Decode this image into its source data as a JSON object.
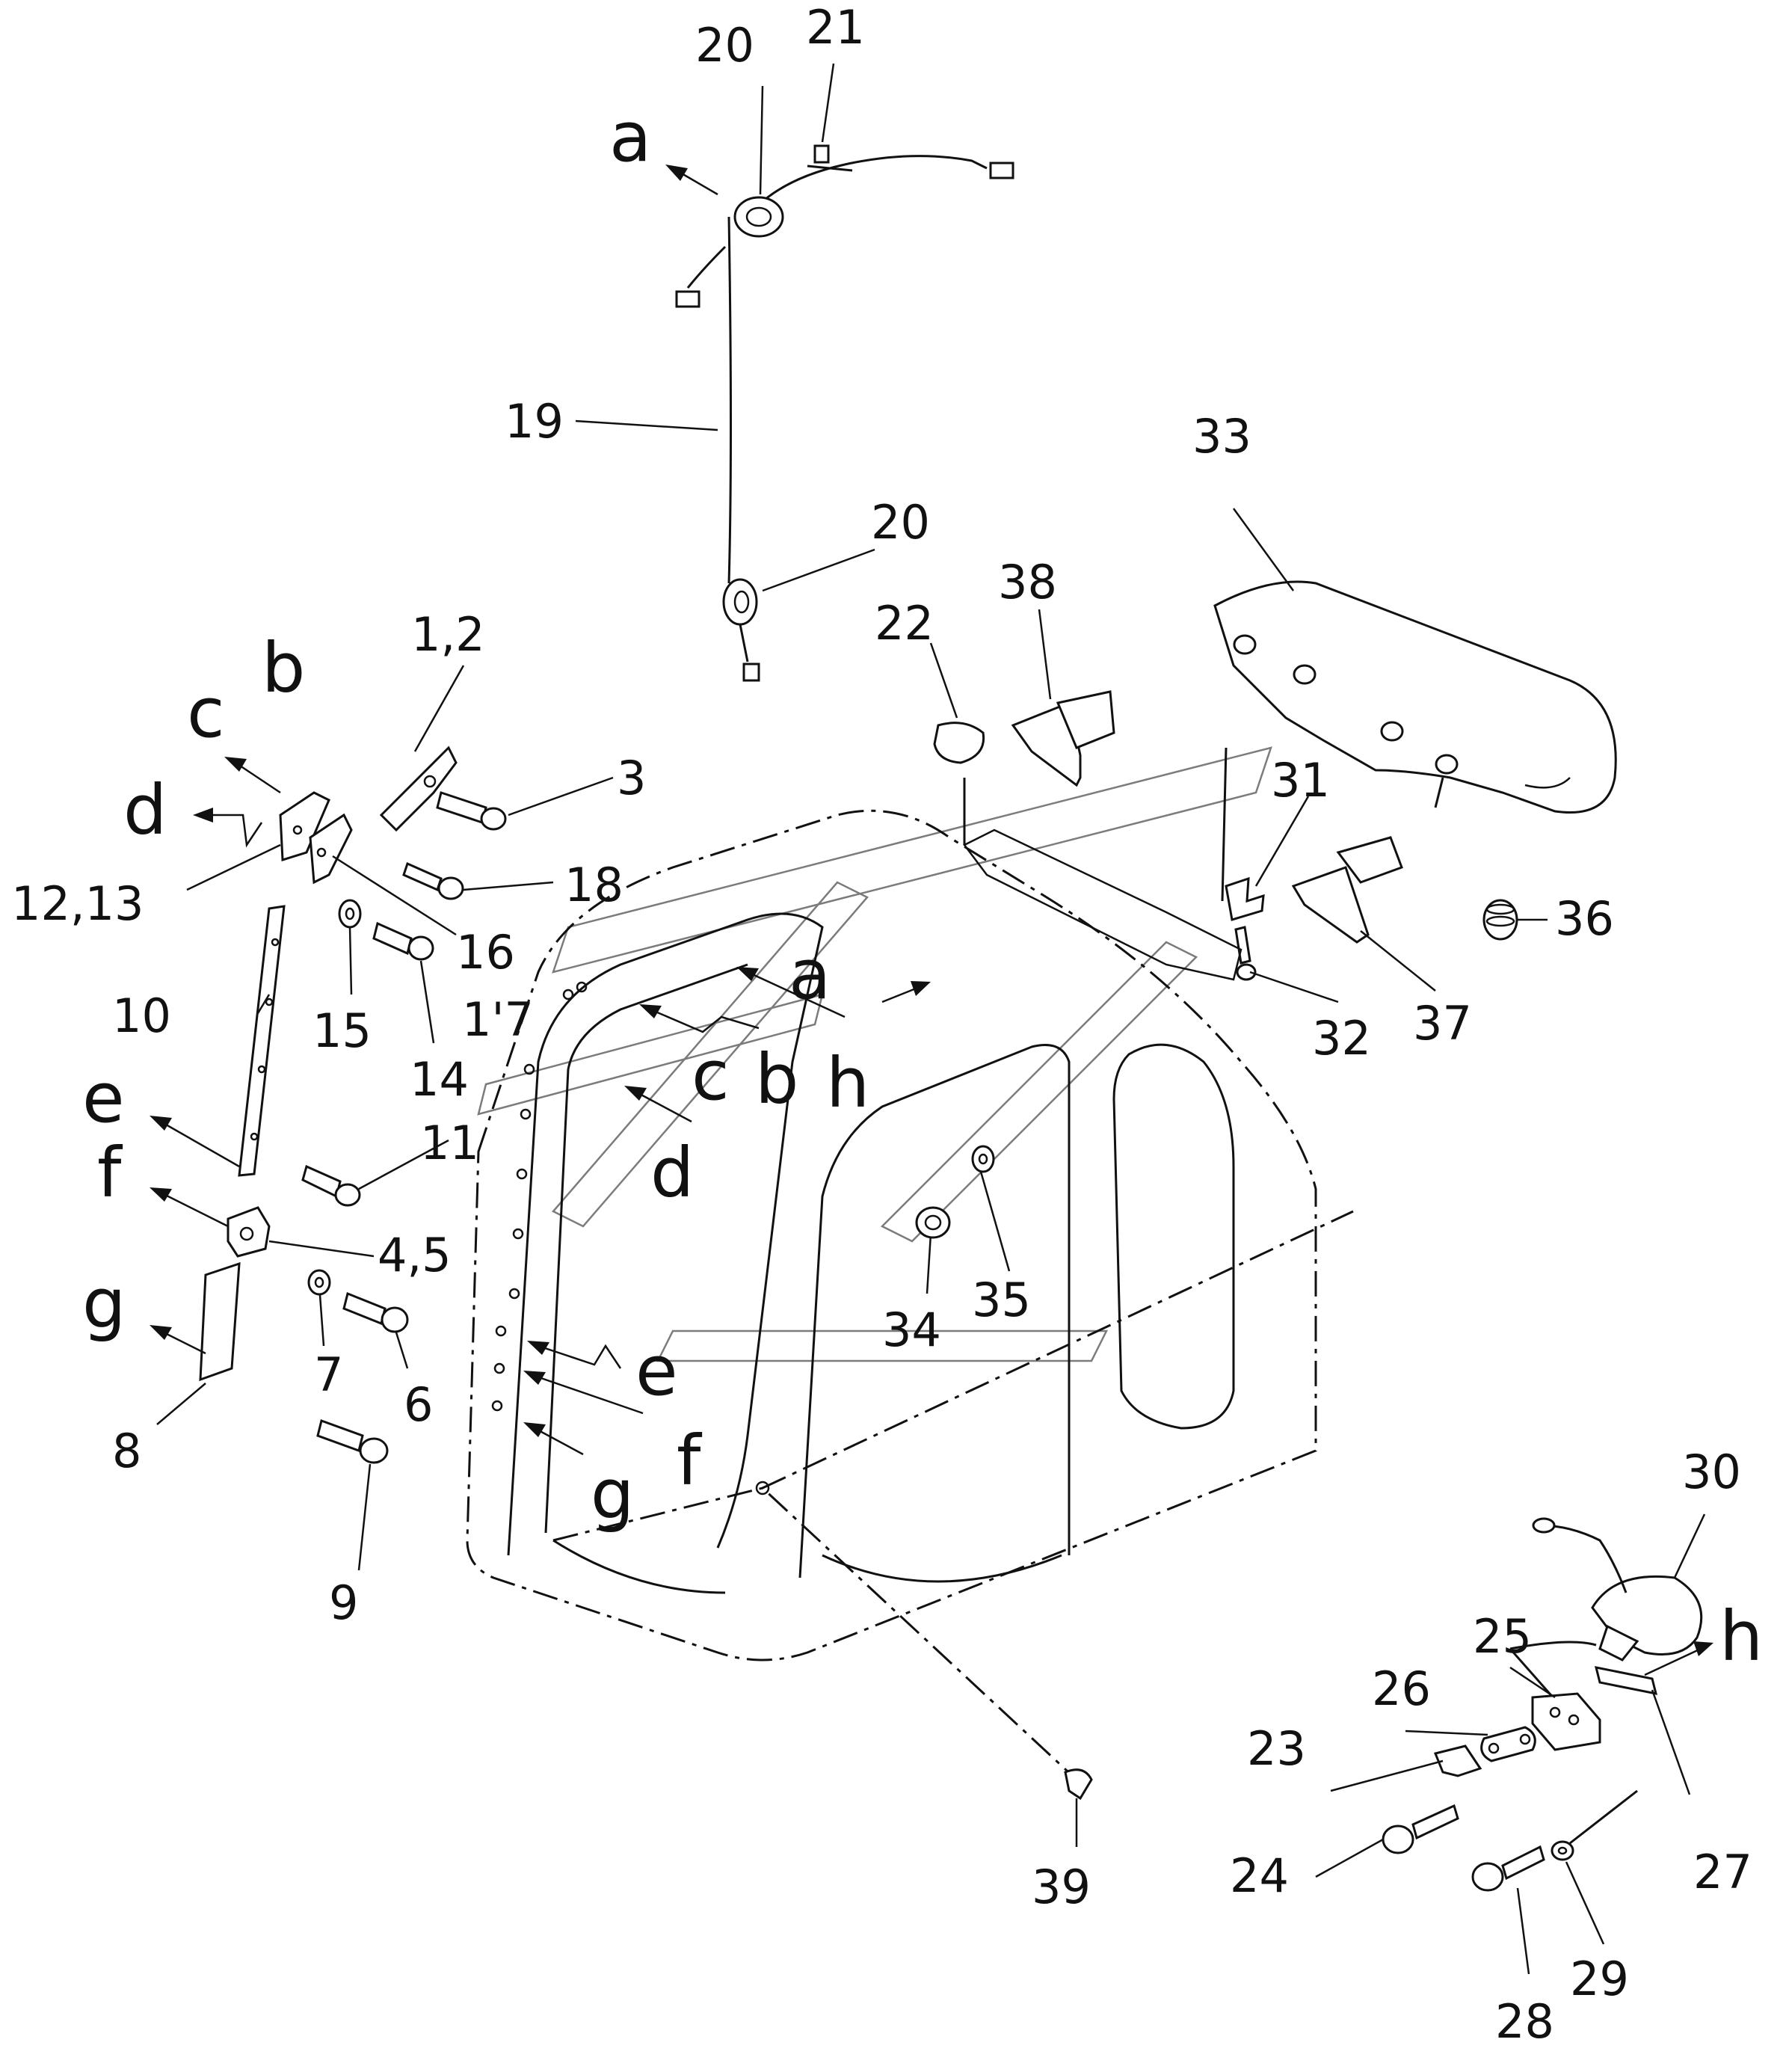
{
  "part_numbers": {
    "p1_2": "1,2",
    "p3": "3",
    "p4_5": "4,5",
    "p6": "6",
    "p7": "7",
    "p8": "8",
    "p9": "9",
    "p10": "10",
    "p11": "11",
    "p12_13": "12,13",
    "p14": "14",
    "p15": "15",
    "p16": "16",
    "p17": "1'7",
    "p18": "18",
    "p19": "19",
    "p20_top": "20",
    "p20_mid": "20",
    "p21": "21",
    "p22": "22",
    "p23": "23",
    "p24": "24",
    "p25": "25",
    "p26": "26",
    "p27": "27",
    "p28": "28",
    "p29": "29",
    "p30": "30",
    "p31": "31",
    "p32": "32",
    "p33": "33",
    "p34": "34",
    "p35": "35",
    "p36": "36",
    "p37": "37",
    "p38": "38",
    "p39": "39"
  },
  "reference_letters": {
    "a_top": "a",
    "a_cab": "a",
    "b_left": "b",
    "b_cab": "b",
    "c_left": "c",
    "c_cab": "c",
    "d_left": "d",
    "d_cab": "d",
    "e_left": "e",
    "e_cab": "e",
    "f_left": "f",
    "f_cab": "f",
    "g_left": "g",
    "g_cab": "g",
    "h_right": "h",
    "h_cab": "h"
  }
}
